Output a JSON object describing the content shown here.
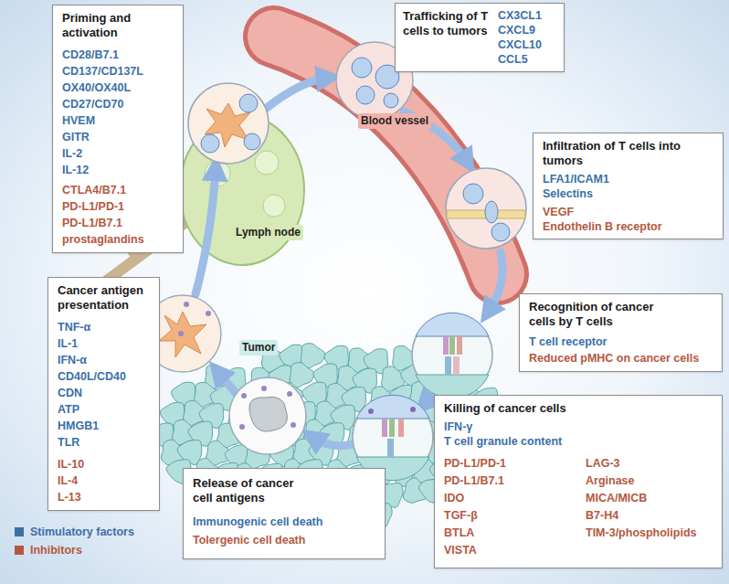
{
  "diagram": {
    "nodes": [
      {
        "text": [
          "Priming and activation",
          "CD28/B7.1",
          "CD137/CD137L",
          "OX40/OX40L",
          "CD27/CD70",
          "HVEM",
          "GITR",
          "IL-2",
          "IL-12",
          "CTLA4/B7.1",
          "PD-L1/PD-1",
          "PD-L1/B7.1",
          "prostaglandins"
        ]
      },
      {
        "text": [
          "Trafficking of T cells to tumors",
          "CX3CL1",
          "CXCL9",
          "CXCL10",
          "CCL5"
        ]
      },
      {
        "text": [
          "Infiltration of T cells into tumors",
          "LFA1/ICAM1",
          "Selectins",
          "VEGF",
          "Endothelin B receptor"
        ]
      },
      {
        "text": [
          "Cancer antigen presentation",
          "TNF-α",
          "IL-1",
          "IFN-α",
          "CD40L/CD40",
          "CDN",
          "ATP",
          "HMGB1",
          "TLR",
          "IL-10",
          "IL-4",
          "L-13"
        ]
      },
      {
        "text": [
          "Recognition of cancer cells by T cells",
          "T cell receptor",
          "Reduced pMHC on cancer cells"
        ]
      },
      {
        "text": [
          "Killing of cancer cells",
          "IFN-γ",
          "T cell granule content",
          "PD-L1/PD-1",
          "PD-L1/B7.1",
          "IDO",
          "TGF-β",
          "BTLA",
          "VISTA",
          "LAG-3",
          "Arginase",
          "MICA/MICB",
          "B7-H4",
          "TIM-3/phospholipids"
        ]
      },
      {
        "text": [
          "Release of cancer cell antigens",
          "Immunogenic cell death",
          "Tolergenic cell death"
        ]
      }
    ],
    "labels": [
      "Lymph node",
      "Blood vessel",
      "Tumor"
    ],
    "legend": [
      {
        "text": "Stimulatory factors",
        "color": "#3b6fa8"
      },
      {
        "text": "Inhibitors",
        "color": "#b4583f"
      }
    ]
  }
}
